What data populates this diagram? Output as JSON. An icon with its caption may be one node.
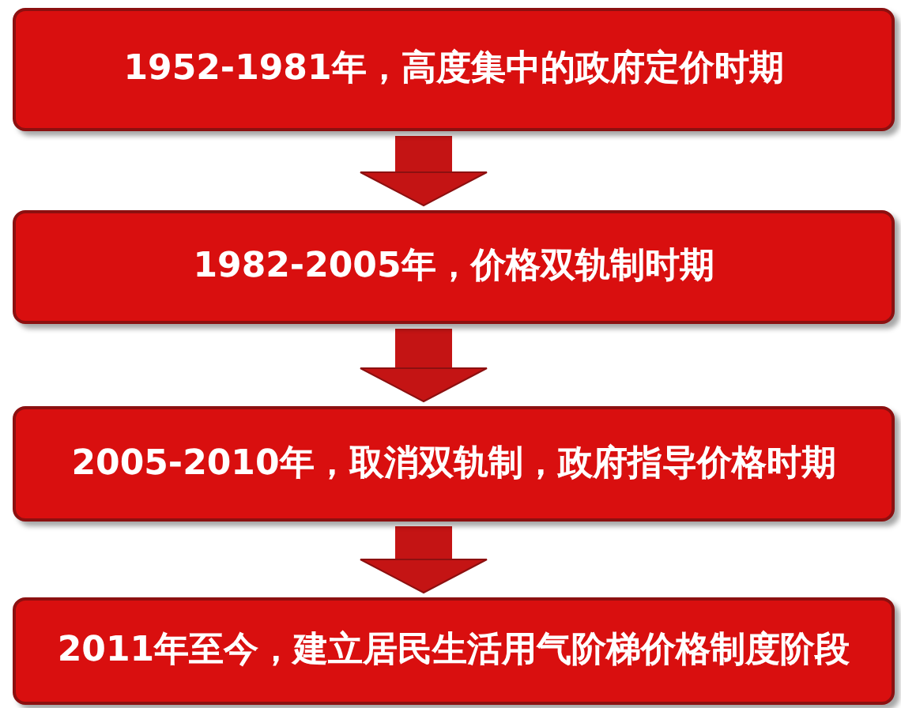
{
  "diagram": {
    "nodes": [
      {
        "text": [
          "1952-1981年，高度集中的政府定价时期"
        ]
      },
      {
        "text": [
          "1982-2005年，价格双轨制时期"
        ]
      },
      {
        "text": [
          "2005-2010年，取消双轨制，政府指导价格时期"
        ]
      },
      {
        "text": [
          "2011年至今，建立居民生活用气阶梯价格制度阶段"
        ]
      }
    ],
    "edges": [
      {
        "from": 0,
        "to": 1,
        "arrow": "to"
      },
      {
        "from": 1,
        "to": 2,
        "arrow": "to"
      },
      {
        "from": 2,
        "to": 3,
        "arrow": "to"
      }
    ]
  }
}
